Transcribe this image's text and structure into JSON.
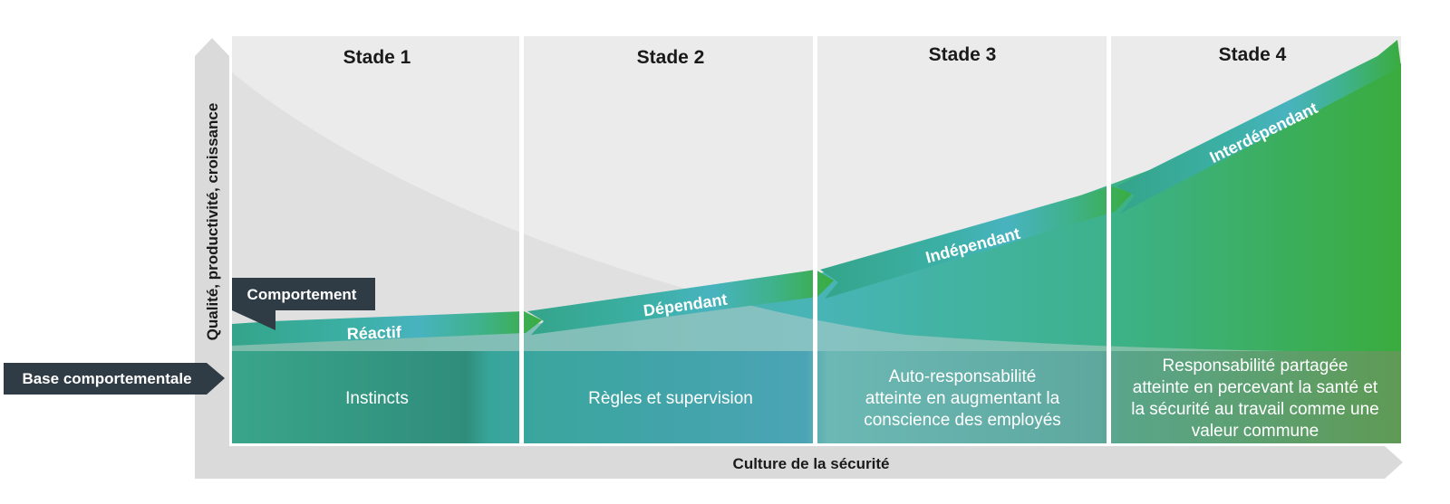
{
  "stages": [
    {
      "title": "Stade 1",
      "base_lines": [
        "Instincts"
      ],
      "arrow_label": "Réactif"
    },
    {
      "title": "Stade 2",
      "base_lines": [
        "Règles et supervision"
      ],
      "arrow_label": "Dépendant"
    },
    {
      "title": "Stade 3",
      "base_lines": [
        "Auto-responsabilité",
        "atteinte en augmentant la",
        "conscience des employés"
      ],
      "arrow_label": "Indépendant"
    },
    {
      "title": "Stade 4",
      "base_lines": [
        "Responsabilité partagée",
        "atteinte en percevant la santé et",
        "la sécurité au travail comme une",
        "valeur commune"
      ],
      "arrow_label": "Interdépendant"
    }
  ],
  "y_axis_label": "Qualité, productivité, croissance",
  "x_axis_label": "Culture de la sécurité",
  "behavior_tag": "Comportement",
  "base_tag": "Base comportementale",
  "colors": {
    "teal": "#3fb39a",
    "teal_dark": "#2a8f7e",
    "blue_teal": "#4cb6c2",
    "green": "#3aac3e",
    "panel": "#ebebeb",
    "axis": "#dcdcdc",
    "tag": "#2f3b45"
  }
}
